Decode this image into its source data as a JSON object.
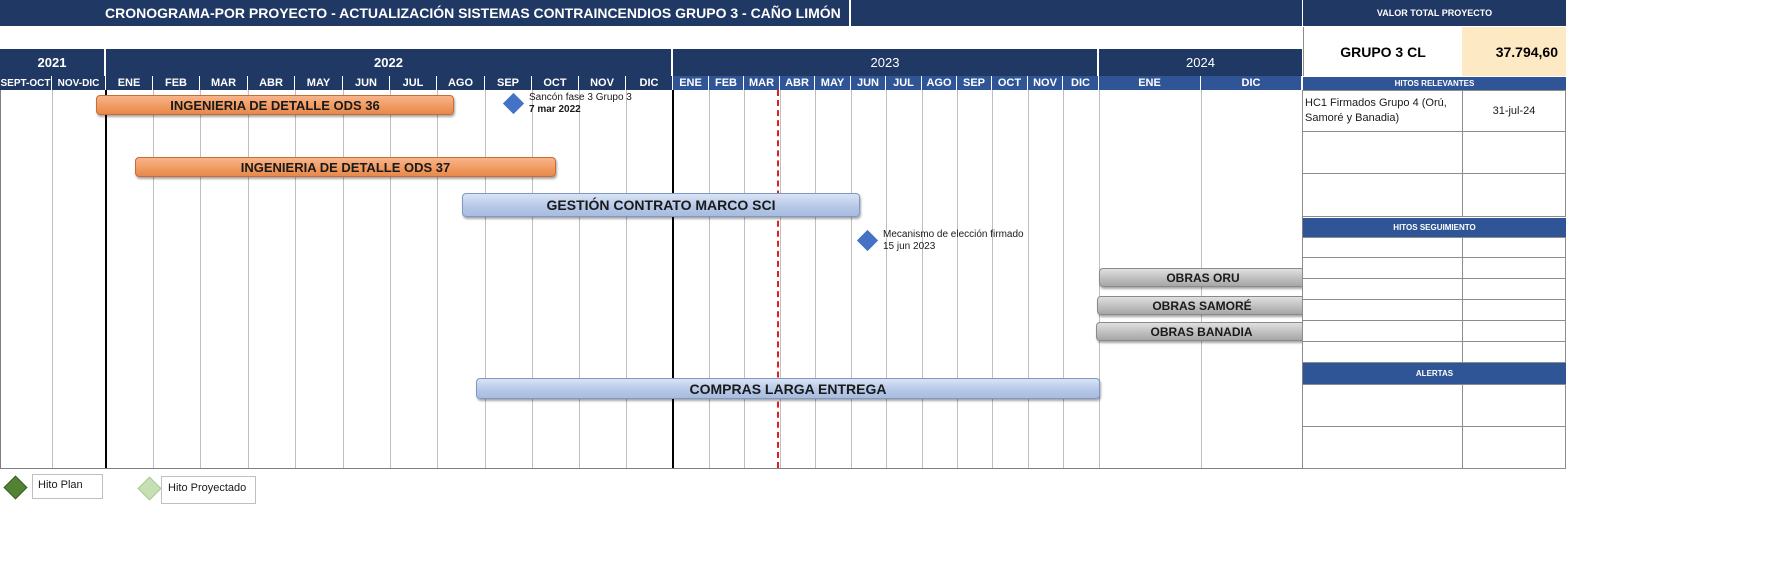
{
  "header": {
    "title": "CRONOGRAMA-POR PROYECTO  - ACTUALIZACIÓN SISTEMAS CONTRAINCENDIOS GRUPO 3 - CAÑO LIMÓN",
    "valor_total_label": "VALOR TOTAL PROYECTO",
    "project_name": "GRUPO 3 CL",
    "project_value": "37.794,60"
  },
  "years": [
    "2021",
    "2022",
    "2023",
    "2024"
  ],
  "months": [
    "SEPT-OCT",
    "NOV-DIC",
    "ENE",
    "FEB",
    "MAR",
    "ABR",
    "MAY",
    "JUN",
    "JUL",
    "AGO",
    "SEP",
    "OCT",
    "NOV",
    "DIC",
    "ENE",
    "FEB",
    "MAR",
    "ABR",
    "MAY",
    "JUN",
    "JUL",
    "AGO",
    "SEP",
    "OCT",
    "NOV",
    "DIC",
    "ENE",
    "DIC"
  ],
  "bars": [
    {
      "label": "INGENIERIA DE DETALLE ODS 36",
      "style": "orange"
    },
    {
      "label": "INGENIERIA DE DETALLE ODS 37",
      "style": "orange"
    },
    {
      "label": "GESTIÓN CONTRATO MARCO SCI",
      "style": "blue"
    },
    {
      "label": "OBRAS ORU",
      "style": "gray"
    },
    {
      "label": "OBRAS SAMORÉ",
      "style": "gray"
    },
    {
      "label": "OBRAS BANADIA",
      "style": "gray"
    },
    {
      "label": "COMPRAS LARGA ENTREGA",
      "style": "blue"
    }
  ],
  "milestones": [
    {
      "title": "Sancón fase 3 Grupo 3",
      "date": "7 mar 2022"
    },
    {
      "title": "Mecanismo de elección firmado",
      "date": "15 jun 2023"
    }
  ],
  "side": {
    "hitos_relevantes_label": "HITOS RELEVANTES",
    "hito_1_text": "HC1 Firmados  Grupo 4 (Orú, Samoré y Banadia)",
    "hito_1_date": "31-jul-24",
    "hitos_seguimiento_label": "HITOS SEGUIMIENTO",
    "alertas_label": "ALERTAS"
  },
  "legend": {
    "plan_label": "Hito Plan",
    "proyectado_label": "Hito Proyectado"
  },
  "colors": {
    "header_navy": "#1f3864",
    "month_blue": "#2f5597",
    "milestone_blue": "#4472c4",
    "plan_green": "#548235",
    "proyectado_green": "#c6e0b4",
    "today_line": "#e02020",
    "value_bg": "#fde9c4"
  }
}
